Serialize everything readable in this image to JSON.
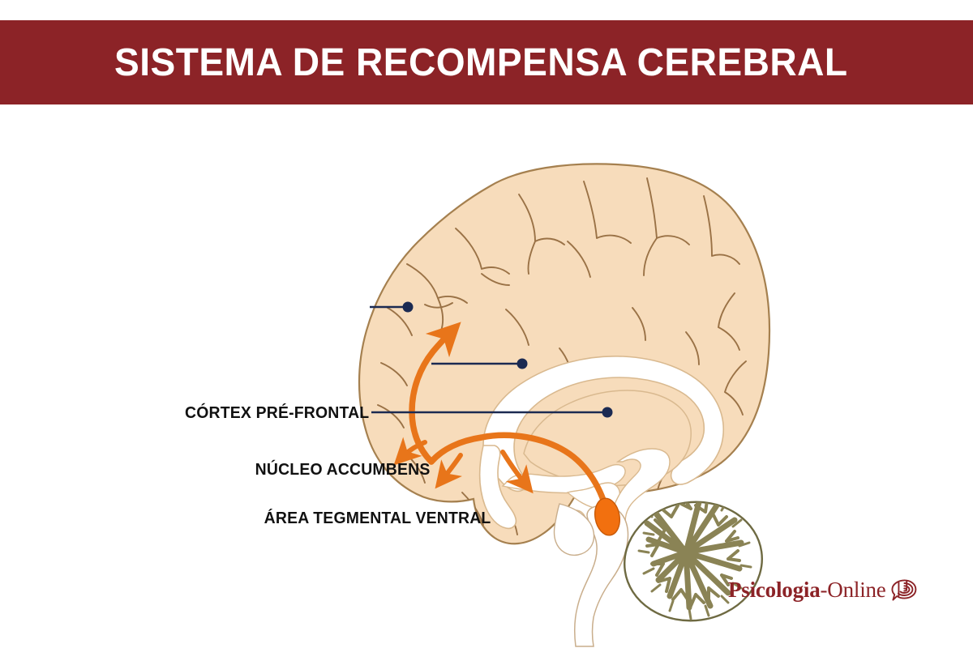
{
  "header": {
    "title": "SISTEMA DE RECOMPENSA CEREBRAL",
    "background_color": "#8C2327",
    "text_color": "#FFFFFF"
  },
  "diagram": {
    "type": "anatomical-illustration",
    "subject": "mid-sagittal human brain showing the mesolimbic dopamine reward pathway",
    "colors": {
      "brain_fill": "#F7DCBB",
      "brain_outline": "#A07B4E",
      "sulci_lines": "#9A7246",
      "white_matter": "#FFFFFF",
      "cerebellum_arbor": "#8A8355",
      "pathway_orange": "#E8751A",
      "leader_line_navy": "#1B2A52",
      "vta_orange": "#F06A12"
    },
    "labels": [
      {
        "id": "cortex-prefrontal",
        "text": "CÓRTEX PRÉ-FRONTAL",
        "marker_point": "prefrontal cortex"
      },
      {
        "id": "nucleo-accumbens",
        "text": "NÚCLEO ACCUMBENS",
        "marker_point": "nucleus accumbens"
      },
      {
        "id": "area-tegmental-ventral",
        "text": "ÁREA TEGMENTAL VENTRAL",
        "marker_point": "ventral tegmental area"
      }
    ]
  },
  "logo": {
    "brand_bold": "Psicologia",
    "brand_light": "-Online",
    "icon": "brain-spiral-icon",
    "color": "#8C2327"
  }
}
